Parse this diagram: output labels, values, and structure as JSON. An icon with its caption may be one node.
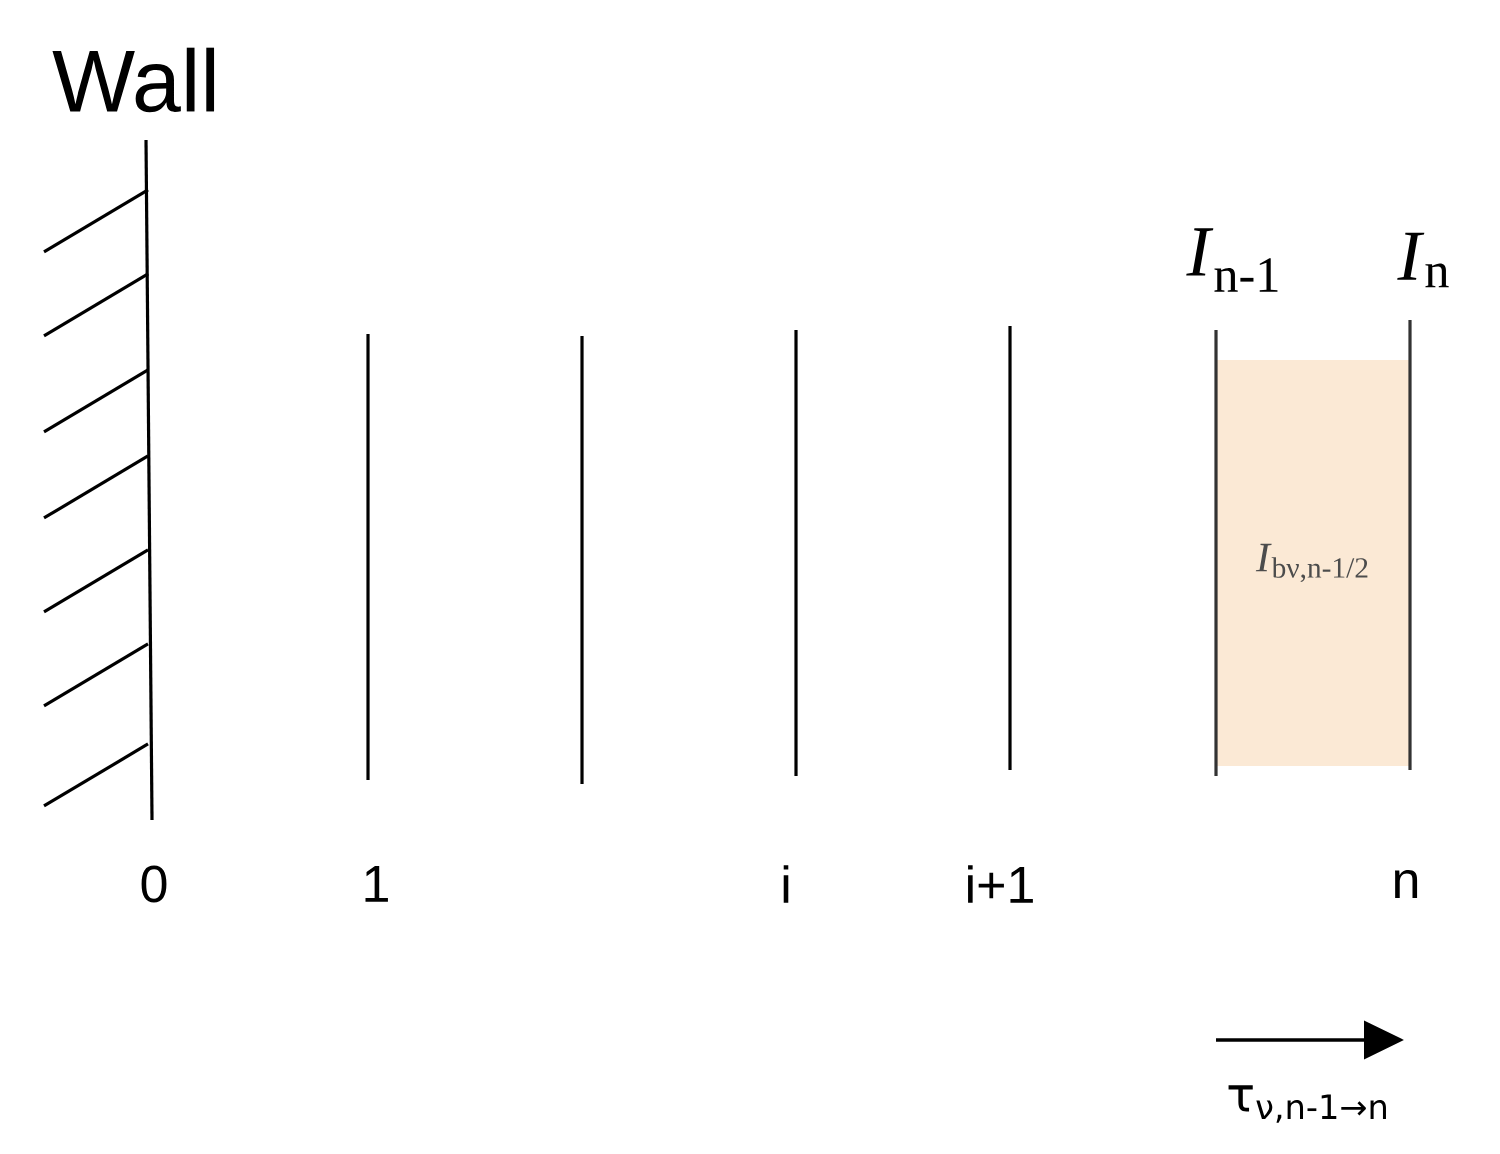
{
  "diagram": {
    "nodes": [
      {
        "text": [
          "*I*$_{bν,n-1/2}$"
        ]
      }
    ],
    "edges": [],
    "labels": [
      "Wall",
      "*I*$_{n-1}$",
      "*I*$_{n}$",
      "0",
      "1",
      "i",
      "i+1",
      "n",
      "τ$_{ν,n-1→n}$"
    ]
  }
}
